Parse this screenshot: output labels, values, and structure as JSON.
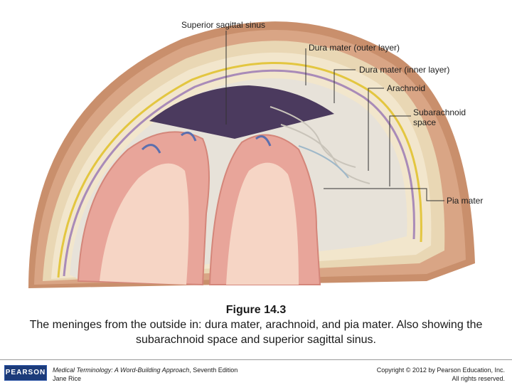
{
  "labels": {
    "superior_sagittal_sinus": "Superior sagittal sinus",
    "dura_outer": "Dura mater (outer layer)",
    "dura_inner": "Dura mater (inner layer)",
    "arachnoid": "Arachnoid",
    "subarachnoid_line1": "Subarachnoid",
    "subarachnoid_line2": "space",
    "pia_mater": "Pia mater"
  },
  "caption": {
    "title": "Figure 14.3",
    "text": "The meninges from the outside in: dura mater, arachnoid, and pia mater. Also showing the subarachnoid space and superior sagittal sinus."
  },
  "footer": {
    "logo": "PEARSON",
    "book_title": "Medical Terminology: A Word-Building Approach",
    "edition": ", Seventh Edition",
    "author": "Jane Rice",
    "copyright": "Copyright © 2012 by Pearson Education, Inc.",
    "rights": "All rights reserved."
  }
}
